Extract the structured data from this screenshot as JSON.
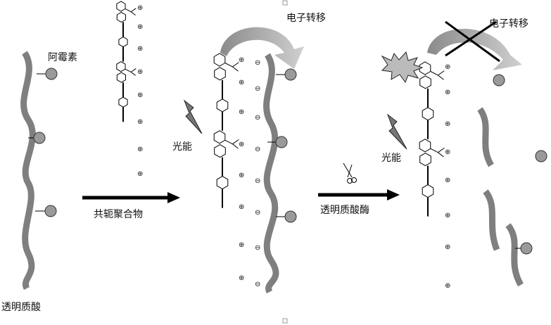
{
  "labels": {
    "doxorubicin": "阿霉素",
    "hyaluronic_acid": "透明质酸",
    "conjugated_polymer": "共轭聚合物",
    "light_energy_1": "光能",
    "electron_transfer_1": "电子转移",
    "hyaluronidase": "透明质酸酶",
    "light_energy_2": "光能",
    "electron_transfer_2": "电子转移"
  },
  "symbols": {
    "plus": "⊕",
    "minus": "⊖"
  },
  "colors": {
    "chain": "#7f7f7f",
    "drug": "#9a9a9a",
    "arrow_dark": "#8c8c8c",
    "arrow_light": "#c8c8c8",
    "black": "#000000"
  }
}
